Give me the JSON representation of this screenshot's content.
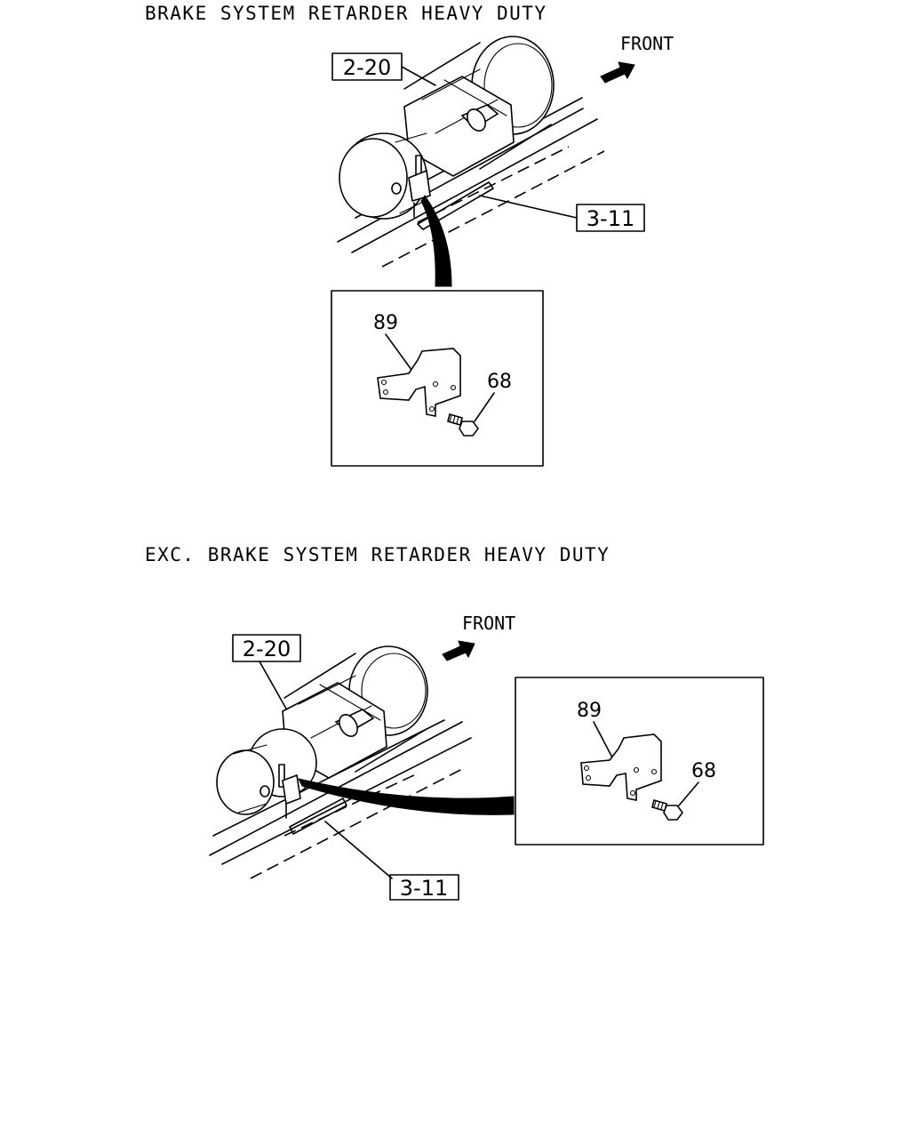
{
  "sections": [
    {
      "caption": "BRAKE SYSTEM RETARDER HEAVY DUTY",
      "front_label": "FRONT",
      "ref_upper": "2-20",
      "ref_lower": "3-11",
      "part_bracket": "89",
      "part_bolt": "68"
    },
    {
      "caption": "EXC. BRAKE SYSTEM RETARDER HEAVY DUTY",
      "front_label": "FRONT",
      "ref_upper": "2-20",
      "ref_lower": "3-11",
      "part_bracket": "89",
      "part_bolt": "68"
    }
  ],
  "icons": {
    "direction_arrow": "arrow-right-up-icon"
  }
}
